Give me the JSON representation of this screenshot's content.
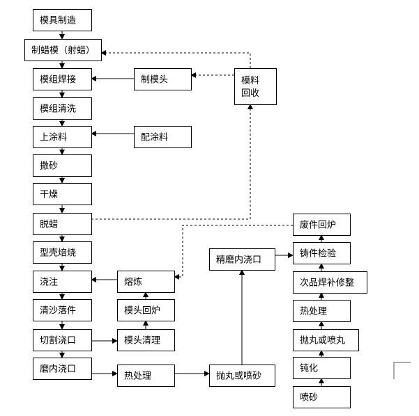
{
  "diagram": {
    "nodes": [
      {
        "id": "mold_make",
        "label": [
          "模具制造"
        ]
      },
      {
        "id": "wax_make",
        "label": [
          "制蜡模（射蜡）"
        ]
      },
      {
        "id": "mold_weld",
        "label": [
          "模组焊接"
        ]
      },
      {
        "id": "mold_clean",
        "label": [
          "模组清洗"
        ]
      },
      {
        "id": "coat",
        "label": [
          "上涂料"
        ]
      },
      {
        "id": "sand",
        "label": [
          "撒砂"
        ]
      },
      {
        "id": "dry",
        "label": [
          "干燥"
        ]
      },
      {
        "id": "dewax",
        "label": [
          "脱蜡"
        ]
      },
      {
        "id": "shell_bake",
        "label": [
          "型壳焙烧"
        ]
      },
      {
        "id": "pour",
        "label": [
          "浇注"
        ]
      },
      {
        "id": "sand_drop",
        "label": [
          "清沙落件"
        ]
      },
      {
        "id": "cut_gate",
        "label": [
          "切割浇口"
        ]
      },
      {
        "id": "grind_gate",
        "label": [
          "磨内浇口"
        ]
      },
      {
        "id": "make_head",
        "label": [
          "制模头"
        ]
      },
      {
        "id": "mix_coat",
        "label": [
          "配涂料"
        ]
      },
      {
        "id": "melt",
        "label": [
          "熔炼"
        ]
      },
      {
        "id": "head_return",
        "label": [
          "模头回炉"
        ]
      },
      {
        "id": "head_clean",
        "label": [
          "模头清理"
        ]
      },
      {
        "id": "heat_treat1",
        "label": [
          "热处理"
        ]
      },
      {
        "id": "wax_recycle",
        "label": [
          "模料",
          "回收"
        ]
      },
      {
        "id": "shot_blast1",
        "label": [
          "抛丸或喷砂"
        ]
      },
      {
        "id": "fine_grind",
        "label": [
          "精磨内浇口"
        ]
      },
      {
        "id": "scrap_return",
        "label": [
          "废件回炉"
        ]
      },
      {
        "id": "inspect",
        "label": [
          "铸件检验"
        ]
      },
      {
        "id": "repair",
        "label": [
          "次品焊补修整"
        ]
      },
      {
        "id": "heat_treat2",
        "label": [
          "热处理"
        ]
      },
      {
        "id": "shot_blast2",
        "label": [
          "抛丸或喷丸"
        ]
      },
      {
        "id": "passivate",
        "label": [
          "钝化"
        ]
      },
      {
        "id": "sandblast",
        "label": [
          "喷砂"
        ]
      }
    ],
    "edges": [
      {
        "from": "mold_make",
        "to": "wax_make",
        "style": "solid"
      },
      {
        "from": "wax_make",
        "to": "mold_weld",
        "style": "solid"
      },
      {
        "from": "mold_weld",
        "to": "mold_clean",
        "style": "solid"
      },
      {
        "from": "mold_clean",
        "to": "coat",
        "style": "solid"
      },
      {
        "from": "coat",
        "to": "sand",
        "style": "solid"
      },
      {
        "from": "sand",
        "to": "dry",
        "style": "solid"
      },
      {
        "from": "dry",
        "to": "dewax",
        "style": "solid"
      },
      {
        "from": "dewax",
        "to": "shell_bake",
        "style": "solid"
      },
      {
        "from": "shell_bake",
        "to": "pour",
        "style": "solid"
      },
      {
        "from": "pour",
        "to": "sand_drop",
        "style": "solid"
      },
      {
        "from": "sand_drop",
        "to": "cut_gate",
        "style": "solid"
      },
      {
        "from": "cut_gate",
        "to": "grind_gate",
        "style": "solid"
      },
      {
        "from": "make_head",
        "to": "mold_weld",
        "style": "solid"
      },
      {
        "from": "mix_coat",
        "to": "coat",
        "style": "solid"
      },
      {
        "from": "melt",
        "to": "pour",
        "style": "solid"
      },
      {
        "from": "head_return",
        "to": "melt",
        "style": "solid"
      },
      {
        "from": "head_clean",
        "to": "head_return",
        "style": "solid"
      },
      {
        "from": "cut_gate",
        "to": "head_clean",
        "style": "solid"
      },
      {
        "from": "grind_gate",
        "to": "heat_treat1",
        "style": "solid"
      },
      {
        "from": "heat_treat1",
        "to": "shot_blast1",
        "style": "solid"
      },
      {
        "from": "shot_blast1",
        "to": "fine_grind",
        "style": "solid"
      },
      {
        "from": "fine_grind",
        "to": "inspect",
        "style": "solid"
      },
      {
        "from": "inspect",
        "to": "scrap_return",
        "style": "solid"
      },
      {
        "from": "repair",
        "to": "inspect",
        "style": "solid"
      },
      {
        "from": "heat_treat2",
        "to": "repair",
        "style": "solid"
      },
      {
        "from": "shot_blast2",
        "to": "heat_treat2",
        "style": "solid"
      },
      {
        "from": "passivate",
        "to": "shot_blast2",
        "style": "solid"
      },
      {
        "from": "sandblast",
        "to": "passivate",
        "style": "solid"
      },
      {
        "from": "dewax",
        "to": "wax_recycle",
        "style": "dashed"
      },
      {
        "from": "wax_recycle",
        "to": "make_head",
        "style": "dashed"
      },
      {
        "from": "wax_recycle",
        "to": "wax_make",
        "style": "dashed"
      },
      {
        "from": "scrap_return",
        "to": "melt",
        "style": "dashed"
      }
    ]
  }
}
